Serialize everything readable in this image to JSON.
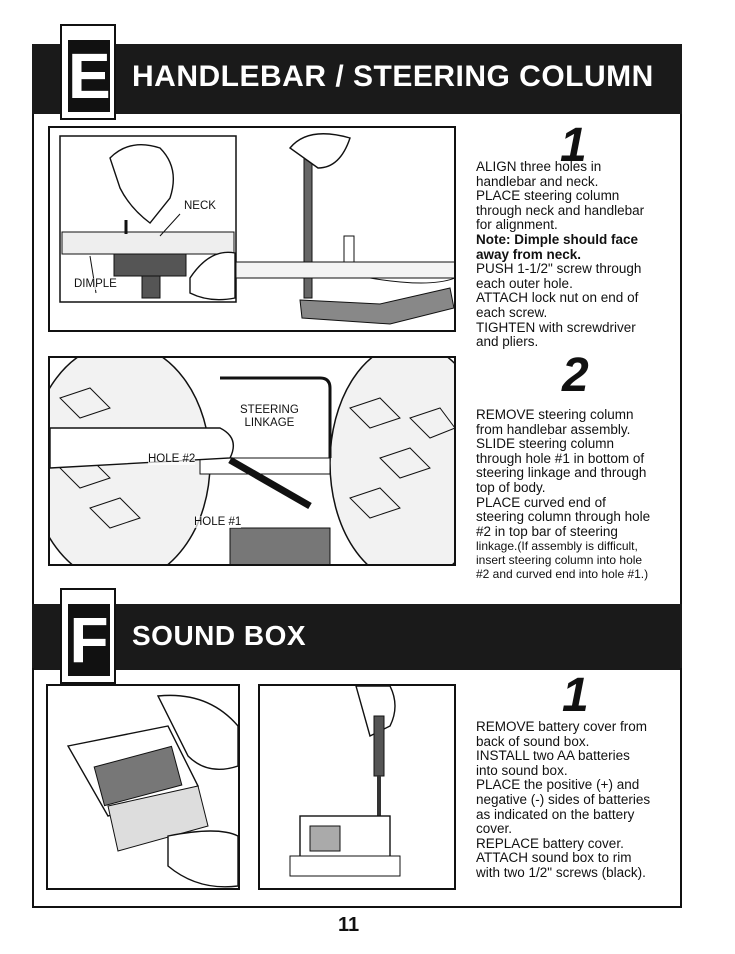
{
  "section_e": {
    "letter": "E",
    "title": "HANDLEBAR / STEERING COLUMN",
    "step1": {
      "number": "1",
      "labels": {
        "neck": "NECK",
        "dimple": "DIMPLE"
      },
      "lines": [
        "ALIGN three holes in",
        "handlebar and neck.",
        "PLACE steering column",
        "through neck and handlebar",
        "for alignment."
      ],
      "note": [
        "Note: Dimple should face",
        "away from neck."
      ],
      "lines2": [
        "PUSH 1-1/2\" screw through",
        "each outer hole.",
        "ATTACH lock nut on end of",
        "each screw.",
        "TIGHTEN with screwdriver",
        "and pliers."
      ]
    },
    "step2": {
      "number": "2",
      "labels": {
        "steering_linkage_1": "STEERING",
        "steering_linkage_2": "LINKAGE",
        "hole2": "HOLE #2",
        "hole1": "HOLE #1"
      },
      "lines": [
        "REMOVE steering column",
        "from handlebar assembly.",
        "SLIDE steering column",
        "through hole #1 in bottom of",
        "steering linkage and through",
        "top of body.",
        "PLACE curved end of",
        "steering column through hole",
        "#2 in top bar of steering"
      ],
      "small_lines": [
        "linkage.(If assembly is difficult,",
        "insert steering column into hole",
        "#2 and curved end into hole #1.)"
      ]
    }
  },
  "section_f": {
    "letter": "F",
    "title": "SOUND BOX",
    "step1": {
      "number": "1",
      "lines": [
        "REMOVE battery cover from",
        "back of sound box.",
        "INSTALL two AA batteries",
        "into sound box.",
        "PLACE the positive (+) and",
        "negative (-) sides of batteries",
        "as indicated on the battery",
        "cover.",
        "REPLACE battery cover.",
        "ATTACH sound box to rim",
        "with two 1/2\" screws (black)."
      ]
    }
  },
  "page_number": "11"
}
